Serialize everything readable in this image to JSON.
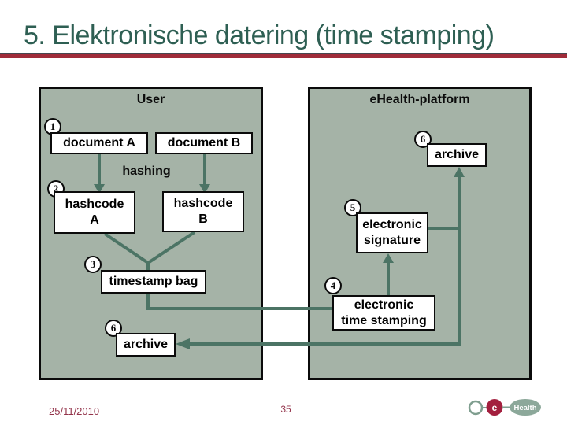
{
  "title": "5. Elektronische datering (time stamping)",
  "panels": {
    "user": {
      "title": "User"
    },
    "ehealth": {
      "title": "eHealth-platform"
    }
  },
  "nodes": {
    "document_a": "document A",
    "document_b": "document B",
    "hashing_label": "hashing",
    "hashcode_a": "hashcode\nA",
    "hashcode_b": "hashcode\nB",
    "timestamp_bag": "timestamp bag",
    "archive_user": "archive",
    "electronic_signature": "electronic\nsignature",
    "electronic_time_stamping": "electronic\ntime stamping",
    "archive_ehealth": "archive"
  },
  "steps": {
    "step1": "1",
    "step2": "2",
    "step3": "3",
    "step4": "4",
    "step5": "5",
    "step6_user": "6",
    "step6_ehealth": "6"
  },
  "footer": {
    "date": "25/11/2010",
    "page_number": "35"
  },
  "logo": {
    "e_label": "e",
    "health_label": "Health"
  },
  "colors": {
    "slide_title": "#2e5f53",
    "accent_rule_red": "#a02c3a",
    "panel_fill": "#a5b3a7",
    "connector_green": "#4c7465",
    "footer_text": "#93334a",
    "logo_red": "#a31f3e",
    "logo_sage": "#8ca89a"
  }
}
